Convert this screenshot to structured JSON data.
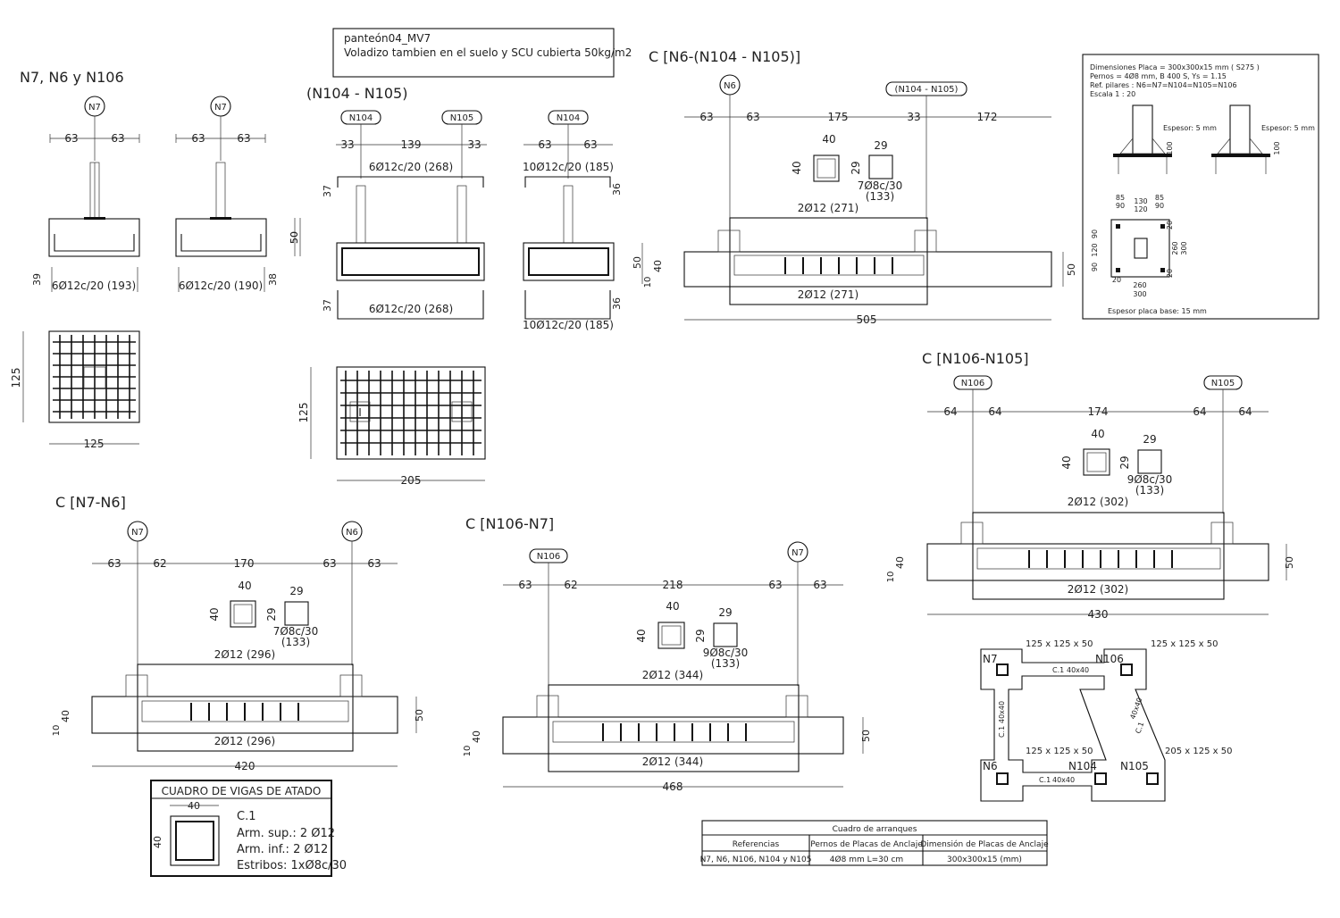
{
  "project_note": {
    "line1": "panteón04_MV7",
    "line2": "Voladizo tambien en el suelo y SCU cubierta 50kg/m2"
  },
  "titles": {
    "footing_n7": "N7, N6 y N106",
    "footing_n104": "(N104 - N105)",
    "beam_n6": "C [N6-(N104 - N105)]",
    "beam_n106_n105": "C [N106-N105]",
    "beam_n7_n6": "C [N7-N6]",
    "beam_n106_n7": "C [N106-N7]"
  },
  "nodes": {
    "n7": "N7",
    "n6": "N6",
    "n104": "N104",
    "n105": "N105",
    "n106": "N106",
    "n104_105": "(N104 - N105)"
  },
  "footing_n7": {
    "dims": [
      "63",
      "63"
    ],
    "bar_a": "6Ø12c/20 (193)",
    "bar_b": "6Ø12c/20 (190)",
    "h_a": "39",
    "h_b": "38",
    "height": "50",
    "plan_w": "125",
    "plan_h": "125"
  },
  "footing_n104": {
    "dims_a": [
      "33",
      "139",
      "33"
    ],
    "dims_b": [
      "63",
      "63"
    ],
    "top_a": "6Ø12c/20 (268)",
    "bot_a": "6Ø12c/20 (268)",
    "top_b": "10Ø12c/20 (185)",
    "bot_b": "10Ø12c/20 (185)",
    "h_a": "37",
    "h_b": "36",
    "plan_w": "205",
    "plan_h": "125"
  },
  "beam_n6": {
    "dims": [
      "63",
      "63",
      "175",
      "33",
      "172"
    ],
    "sq": "40",
    "st": "29",
    "stirrups": "7Ø8c/30",
    "stir_len": "(133)",
    "top": "2Ø12 (271)",
    "bot": "2Ø12 (271)",
    "d10": "10",
    "d40": "40",
    "d50": "50",
    "d50b": "50",
    "total": "505"
  },
  "plate_detail": {
    "lines": [
      "Dimensiones Placa = 300x300x15 mm ( S275 )",
      "Pernos = 4Ø8 mm, B 400 S, Ys = 1.15",
      "Ref. pilares : N6=N7=N104=N105=N106",
      "Escala 1 : 20"
    ],
    "thk_label": "Espesor: 5 mm",
    "rib": "100",
    "d85": "85",
    "d130": "130",
    "d90": "90",
    "d120": "120",
    "d20": "20",
    "d260": "260",
    "d300": "300",
    "base_note": "Espesor placa base: 15 mm"
  },
  "beam_n106_n105": {
    "dims": [
      "64",
      "64",
      "174",
      "64",
      "64"
    ],
    "sq": "40",
    "st": "29",
    "stirrups": "9Ø8c/30",
    "stir_len": "(133)",
    "top": "2Ø12 (302)",
    "bot": "2Ø12 (302)",
    "d10": "10",
    "d40": "40",
    "d50": "50",
    "total": "430"
  },
  "beam_n7_n6": {
    "dims": [
      "63",
      "62",
      "170",
      "63",
      "63"
    ],
    "sq": "40",
    "st": "29",
    "stirrups": "7Ø8c/30",
    "stir_len": "(133)",
    "top": "2Ø12 (296)",
    "bot": "2Ø12 (296)",
    "d10": "10",
    "d40": "40",
    "d50": "50",
    "total": "420"
  },
  "beam_n106_n7": {
    "dims": [
      "63",
      "62",
      "218",
      "63",
      "63"
    ],
    "sq": "40",
    "st": "29",
    "stirrups": "9Ø8c/30",
    "stir_len": "(133)",
    "top": "2Ø12 (344)",
    "bot": "2Ø12 (344)",
    "d10": "10",
    "d40": "40",
    "d50": "50",
    "total": "468"
  },
  "tie_beam_table": {
    "title": "CUADRO DE VIGAS DE ATADO",
    "w": "40",
    "h": "40",
    "name": "C.1",
    "sup": "Arm. sup.: 2 Ø12",
    "inf": "Arm. inf.: 2 Ø12",
    "stir": "Estribos: 1xØ8c/30"
  },
  "plan": {
    "n7": "N7",
    "n106": "N106",
    "n6": "N6",
    "n104": "N104",
    "n105": "N105",
    "size_a": "125 x 125 x 50",
    "size_b": "125 x 125 x 50",
    "size_c": "125 x 125 x 50",
    "size_d": "205 x 125 x 50",
    "beam": "C.1",
    "beam_sz": "40x40"
  },
  "starts_table": {
    "title": "Cuadro de arranques",
    "headers": [
      "Referencias",
      "Pernos de Placas de Anclaje",
      "Dimensión de Placas de Anclaje"
    ],
    "row": [
      "N7, N6, N106, N104 y N105",
      "4Ø8 mm L=30 cm",
      "300x300x15 (mm)"
    ]
  },
  "colors": {
    "ink": "#111111",
    "paper": "#ffffff"
  }
}
